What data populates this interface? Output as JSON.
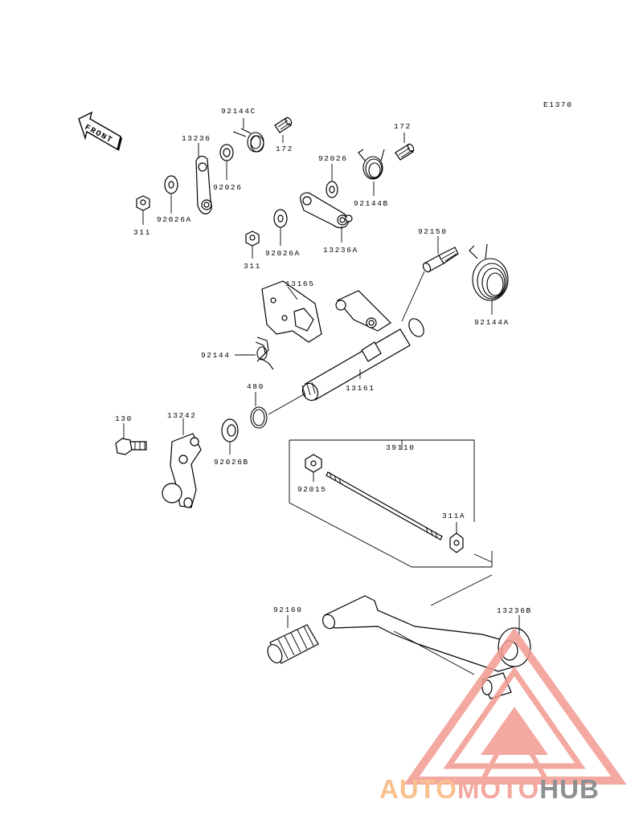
{
  "diagram_code": "E1370",
  "front_label": "FRONT",
  "parts": [
    {
      "id": "92144C",
      "label": "92144C"
    },
    {
      "id": "172a",
      "label": "172"
    },
    {
      "id": "13236",
      "label": "13236"
    },
    {
      "id": "92026a",
      "label": "92026"
    },
    {
      "id": "92026A_1",
      "label": "92026A"
    },
    {
      "id": "311_1",
      "label": "311"
    },
    {
      "id": "172b",
      "label": "172"
    },
    {
      "id": "92026b",
      "label": "92026"
    },
    {
      "id": "92144B",
      "label": "92144B"
    },
    {
      "id": "311_2",
      "label": "311"
    },
    {
      "id": "92026A_2",
      "label": "92026A"
    },
    {
      "id": "13236A",
      "label": "13236A"
    },
    {
      "id": "92150",
      "label": "92150"
    },
    {
      "id": "13165",
      "label": "13165"
    },
    {
      "id": "92144A",
      "label": "92144A"
    },
    {
      "id": "92144",
      "label": "92144"
    },
    {
      "id": "480",
      "label": "480"
    },
    {
      "id": "13161",
      "label": "13161"
    },
    {
      "id": "130",
      "label": "130"
    },
    {
      "id": "13242",
      "label": "13242"
    },
    {
      "id": "92026B",
      "label": "92026B"
    },
    {
      "id": "39110",
      "label": "39110"
    },
    {
      "id": "92015",
      "label": "92015"
    },
    {
      "id": "311A",
      "label": "311A"
    },
    {
      "id": "92160",
      "label": "92160"
    },
    {
      "id": "13236B",
      "label": "13236B"
    }
  ],
  "watermark": {
    "part1": "AUTO",
    "part2": "MOTO",
    "part3": "HUB",
    "color_orange": "#f7b77c",
    "color_red": "#f19a90",
    "color_gray": "#7b7d80"
  }
}
